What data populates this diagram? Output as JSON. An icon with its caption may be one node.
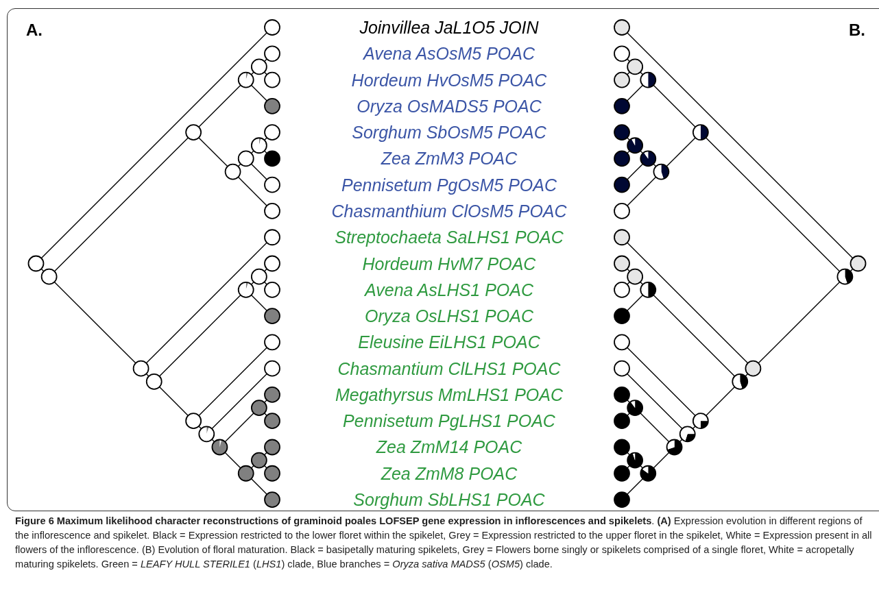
{
  "diagram": {
    "caption": "**Figure 6 Maximum likelihood character reconstructions of graminoid poales LOFSEP gene expression in inflorescences and spikelets**. **(A)** Expression evolution in different regions of the inflorescence and spikelet. Black = Expression restricted to the lower floret within the spikelet, Grey = Expression restricted to the upper floret in the spikelet, White = Expression present in all flowers of the inflorescence. (B) Evolution of floral maturation. Black = basipetally maturing spikelets, Grey = Flowers borne singly or spikelets comprised of a single floret, White = acropetally maturing spikelets. Green = *LEAFY HULL STERILE1* (*LHS1*) clade, Blue branches = *Oryza sativa MADS5* (*OSM5*) clade.",
    "nodes": [
      {
        "text": [],
        "shape": "circle"
      },
      {
        "text": [],
        "shape": "circle"
      },
      {
        "text": [],
        "shape": "circle"
      },
      {
        "text": [],
        "shape": "circle"
      },
      {
        "text": [],
        "shape": "circle"
      },
      {
        "text": [],
        "shape": "circle"
      },
      {
        "text": [],
        "shape": "circle"
      },
      {
        "text": [],
        "shape": "circle"
      },
      {
        "text": [],
        "shape": "circle"
      },
      {
        "text": [],
        "shape": "circle"
      },
      {
        "text": [],
        "shape": "circle"
      },
      {
        "text": [],
        "shape": "circle"
      },
      {
        "text": [],
        "shape": "circle"
      },
      {
        "text": [],
        "shape": "circle"
      },
      {
        "text": [],
        "shape": "circle"
      },
      {
        "text": [],
        "shape": "circle"
      },
      {
        "text": [],
        "shape": "circle"
      },
      {
        "text": [],
        "shape": "circle"
      },
      {
        "text": [],
        "shape": "circle"
      },
      {
        "text": [],
        "shape": "circle"
      },
      {
        "text": [],
        "shape": "circle"
      },
      {
        "text": [],
        "shape": "circle"
      },
      {
        "text": [],
        "shape": "circle"
      },
      {
        "text": [],
        "shape": "circle"
      },
      {
        "text": [],
        "shape": "circle"
      },
      {
        "text": [],
        "shape": "circle"
      },
      {
        "text": [],
        "shape": "circle"
      },
      {
        "text": [],
        "shape": "circle"
      },
      {
        "text": [],
        "shape": "circle"
      },
      {
        "text": [],
        "shape": "circle"
      },
      {
        "text": [],
        "shape": "circle"
      },
      {
        "text": [],
        "shape": "circle"
      },
      {
        "text": [],
        "shape": "circle"
      },
      {
        "text": [],
        "shape": "circle"
      },
      {
        "text": [],
        "shape": "circle"
      },
      {
        "text": [],
        "shape": "circle"
      },
      {
        "text": [],
        "shape": "circle"
      },
      {
        "text": [],
        "shape": "circle"
      },
      {
        "text": [],
        "shape": "circle"
      },
      {
        "text": [],
        "shape": "circle"
      },
      {
        "text": [],
        "shape": "circle"
      },
      {
        "text": [],
        "shape": "circle"
      },
      {
        "text": [],
        "shape": "circle"
      },
      {
        "text": [],
        "shape": "circle"
      },
      {
        "text": [],
        "shape": "circle"
      },
      {
        "text": [],
        "shape": "circle"
      },
      {
        "text": [],
        "shape": "circle"
      },
      {
        "text": [],
        "shape": "circle"
      },
      {
        "text": [],
        "shape": "circle"
      },
      {
        "text": [],
        "shape": "circle"
      },
      {
        "text": [],
        "shape": "circle"
      },
      {
        "text": [],
        "shape": "circle"
      },
      {
        "text": [],
        "shape": "circle"
      },
      {
        "text": [],
        "shape": "circle"
      },
      {
        "text": [],
        "shape": "circle"
      },
      {
        "text": [],
        "shape": "circle"
      },
      {
        "text": [],
        "shape": "circle"
      },
      {
        "text": [],
        "shape": "circle"
      },
      {
        "text": [],
        "shape": "circle"
      },
      {
        "text": [],
        "shape": "circle"
      },
      {
        "text": [],
        "shape": "circle"
      },
      {
        "text": [],
        "shape": "circle"
      },
      {
        "text": [],
        "shape": "circle"
      },
      {
        "text": [],
        "shape": "circle"
      },
      {
        "text": [],
        "shape": "circle"
      },
      {
        "text": [],
        "shape": "circle"
      },
      {
        "text": [],
        "shape": "circle"
      },
      {
        "text": [],
        "shape": "circle"
      },
      {
        "text": [],
        "shape": "circle"
      },
      {
        "text": [],
        "shape": "circle"
      },
      {
        "text": [],
        "shape": "circle"
      },
      {
        "text": [],
        "shape": "circle"
      },
      {
        "text": [],
        "shape": "circle"
      },
      {
        "text": [],
        "shape": "circle"
      }
    ],
    "edges": [
      {
        "from": 19,
        "to": 0,
        "arrow": "none"
      },
      {
        "from": 19,
        "to": 20,
        "arrow": "none"
      },
      {
        "from": 20,
        "to": 21,
        "arrow": "none"
      },
      {
        "from": 20,
        "to": 27,
        "arrow": "none"
      },
      {
        "from": 21,
        "to": 22,
        "arrow": "none"
      },
      {
        "from": 21,
        "to": 24,
        "arrow": "none"
      },
      {
        "from": 22,
        "to": 23,
        "arrow": "none"
      },
      {
        "from": 22,
        "to": 3,
        "arrow": "none"
      },
      {
        "from": 23,
        "to": 1,
        "arrow": "none"
      },
      {
        "from": 23,
        "to": 2,
        "arrow": "none"
      },
      {
        "from": 24,
        "to": 25,
        "arrow": "none"
      },
      {
        "from": 24,
        "to": 7,
        "arrow": "none"
      },
      {
        "from": 25,
        "to": 26,
        "arrow": "none"
      },
      {
        "from": 25,
        "to": 6,
        "arrow": "none"
      },
      {
        "from": 26,
        "to": 4,
        "arrow": "none"
      },
      {
        "from": 26,
        "to": 5,
        "arrow": "none"
      },
      {
        "from": 27,
        "to": 8,
        "arrow": "none"
      },
      {
        "from": 27,
        "to": 28,
        "arrow": "none"
      },
      {
        "from": 28,
        "to": 29,
        "arrow": "none"
      },
      {
        "from": 28,
        "to": 31,
        "arrow": "none"
      },
      {
        "from": 29,
        "to": 30,
        "arrow": "none"
      },
      {
        "from": 29,
        "to": 11,
        "arrow": "none"
      },
      {
        "from": 30,
        "to": 9,
        "arrow": "none"
      },
      {
        "from": 30,
        "to": 10,
        "arrow": "none"
      },
      {
        "from": 31,
        "to": 12,
        "arrow": "none"
      },
      {
        "from": 31,
        "to": 32,
        "arrow": "none"
      },
      {
        "from": 32,
        "to": 13,
        "arrow": "none"
      },
      {
        "from": 32,
        "to": 33,
        "arrow": "none"
      },
      {
        "from": 33,
        "to": 34,
        "arrow": "none"
      },
      {
        "from": 33,
        "to": 35,
        "arrow": "none"
      },
      {
        "from": 34,
        "to": 14,
        "arrow": "none"
      },
      {
        "from": 34,
        "to": 15,
        "arrow": "none"
      },
      {
        "from": 35,
        "to": 36,
        "arrow": "none"
      },
      {
        "from": 35,
        "to": 18,
        "arrow": "none"
      },
      {
        "from": 36,
        "to": 16,
        "arrow": "none"
      },
      {
        "from": 36,
        "to": 17,
        "arrow": "none"
      },
      {
        "from": 56,
        "to": 37,
        "arrow": "none"
      },
      {
        "from": 56,
        "to": 57,
        "arrow": "none"
      },
      {
        "from": 57,
        "to": 58,
        "arrow": "none"
      },
      {
        "from": 57,
        "to": 64,
        "arrow": "none"
      },
      {
        "from": 58,
        "to": 59,
        "arrow": "none"
      },
      {
        "from": 58,
        "to": 61,
        "arrow": "none"
      },
      {
        "from": 59,
        "to": 60,
        "arrow": "none"
      },
      {
        "from": 59,
        "to": 40,
        "arrow": "none"
      },
      {
        "from": 60,
        "to": 38,
        "arrow": "none"
      },
      {
        "from": 60,
        "to": 39,
        "arrow": "none"
      },
      {
        "from": 61,
        "to": 62,
        "arrow": "none"
      },
      {
        "from": 61,
        "to": 44,
        "arrow": "none"
      },
      {
        "from": 62,
        "to": 63,
        "arrow": "none"
      },
      {
        "from": 62,
        "to": 43,
        "arrow": "none"
      },
      {
        "from": 63,
        "to": 41,
        "arrow": "none"
      },
      {
        "from": 63,
        "to": 42,
        "arrow": "none"
      },
      {
        "from": 64,
        "to": 45,
        "arrow": "none"
      },
      {
        "from": 64,
        "to": 65,
        "arrow": "none"
      },
      {
        "from": 65,
        "to": 66,
        "arrow": "none"
      },
      {
        "from": 65,
        "to": 68,
        "arrow": "none"
      },
      {
        "from": 66,
        "to": 67,
        "arrow": "none"
      },
      {
        "from": 66,
        "to": 48,
        "arrow": "none"
      },
      {
        "from": 67,
        "to": 46,
        "arrow": "none"
      },
      {
        "from": 67,
        "to": 47,
        "arrow": "none"
      },
      {
        "from": 68,
        "to": 49,
        "arrow": "none"
      },
      {
        "from": 68,
        "to": 69,
        "arrow": "none"
      },
      {
        "from": 69,
        "to": 50,
        "arrow": "none"
      },
      {
        "from": 69,
        "to": 70,
        "arrow": "none"
      },
      {
        "from": 70,
        "to": 71,
        "arrow": "none"
      },
      {
        "from": 70,
        "to": 72,
        "arrow": "none"
      },
      {
        "from": 71,
        "to": 51,
        "arrow": "none"
      },
      {
        "from": 71,
        "to": 52,
        "arrow": "none"
      },
      {
        "from": 72,
        "to": 73,
        "arrow": "none"
      },
      {
        "from": 72,
        "to": 55,
        "arrow": "none"
      },
      {
        "from": 73,
        "to": 53,
        "arrow": "none"
      },
      {
        "from": 73,
        "to": 54,
        "arrow": "none"
      }
    ],
    "labels": [
      "A.",
      "Joinvillea JaL1O5 JOIN",
      "B.",
      "Avena AsOsM5 POAC",
      "Hordeum HvOsM5 POAC",
      "Oryza OsMADS5 POAC",
      "Sorghum SbOsM5 POAC",
      "Zea ZmM3 POAC",
      "Pennisetum PgOsM5 POAC",
      "Chasmanthium ClOsM5 POAC",
      "Streptochaeta SaLHS1 POAC",
      "Hordeum HvM7 POAC",
      "Avena AsLHS1 POAC",
      "Oryza OsLHS1 POAC",
      "Eleusine EiLHS1 POAC",
      "Chasmantium ClLHS1 POAC",
      "Megathyrsus MmLHS1 POAC",
      "Pennisetum PgLHS1 POAC",
      "Zea ZmM14 POAC",
      "Zea ZmM8 POAC",
      "Sorghum SbLHS1 POAC"
    ]
  }
}
